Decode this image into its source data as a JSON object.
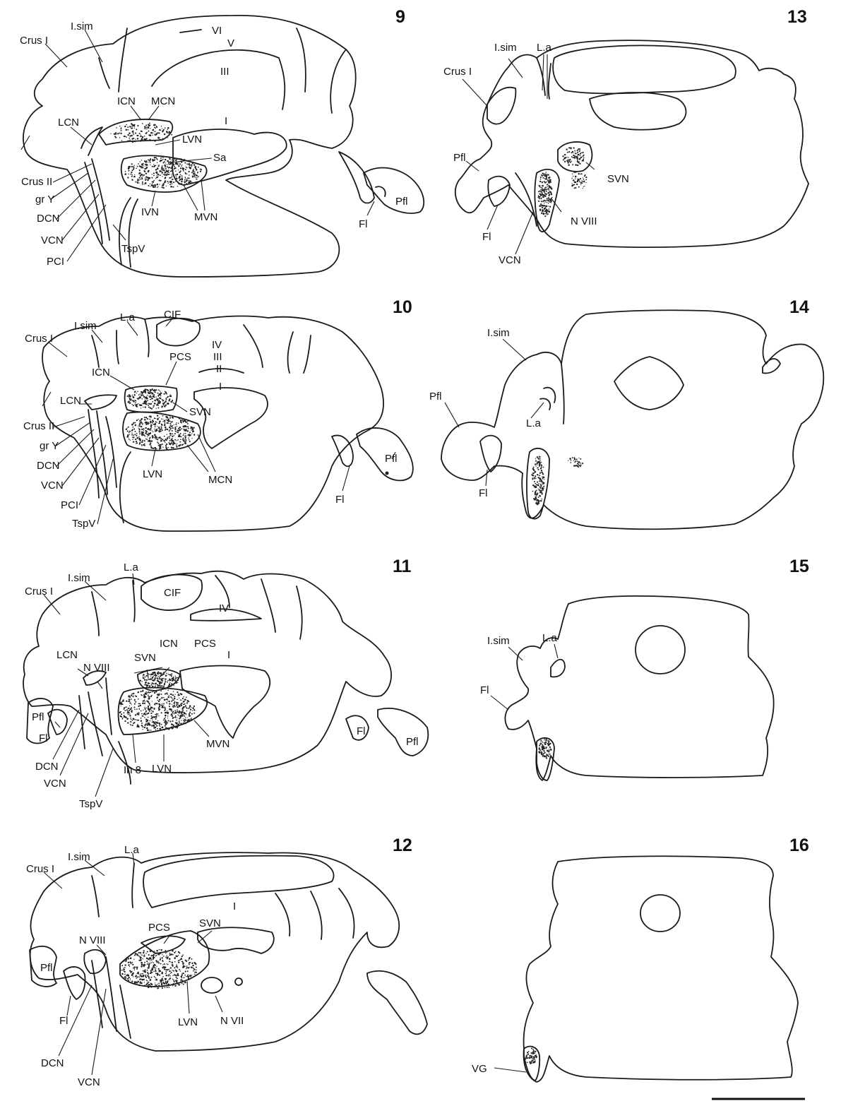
{
  "panels": [
    {
      "number": "9",
      "labels": [
        "Crus I",
        "I.sim",
        "VI",
        "V",
        "III",
        "I",
        "ICN",
        "MCN",
        "LCN",
        "LVN",
        "Sa",
        "Crus II",
        "gr Y",
        "DCN",
        "VCN",
        "PCI",
        "IVN",
        "TspV",
        "MVN",
        "Fl",
        "Pfl"
      ]
    },
    {
      "number": "10",
      "labels": [
        "Crus I",
        "I.sim",
        "L.a",
        "CIF",
        "IV",
        "III",
        "II",
        "I",
        "ICN",
        "PCS",
        "LCN",
        "SVN",
        "Crus II",
        "gr Y",
        "DCN",
        "VCN",
        "PCI",
        "TspV",
        "LVN",
        "MCN",
        "Fl",
        "Pfl"
      ]
    },
    {
      "number": "11",
      "labels": [
        "Crus I",
        "I.sim",
        "L.a",
        "CIF",
        "IV",
        "I",
        "ICN",
        "PCS",
        "SVN",
        "LCN",
        "N VIII",
        "Pfl",
        "Fl",
        "DCN",
        "VCN",
        "TspV",
        "In 8",
        "LVN",
        "MVN",
        "Fl",
        "Pfl"
      ]
    },
    {
      "number": "12",
      "labels": [
        "Crus I",
        "I.sim",
        "L.a",
        "I",
        "PCS",
        "SVN",
        "N VIII",
        "Pfl",
        "Fl",
        "DCN",
        "VCN",
        "LVN",
        "N VII"
      ]
    },
    {
      "number": "13",
      "labels": [
        "L.a",
        "I.sim",
        "Crus I",
        "Pfl",
        "SVN",
        "Fl",
        "N VIII",
        "VCN"
      ]
    },
    {
      "number": "14",
      "labels": [
        "I.sim",
        "Pfl",
        "L.a",
        "Fl"
      ]
    },
    {
      "number": "15",
      "labels": [
        "I.sim",
        "L.a",
        "Fl"
      ]
    },
    {
      "number": "16",
      "labels": [
        "VG"
      ]
    }
  ]
}
